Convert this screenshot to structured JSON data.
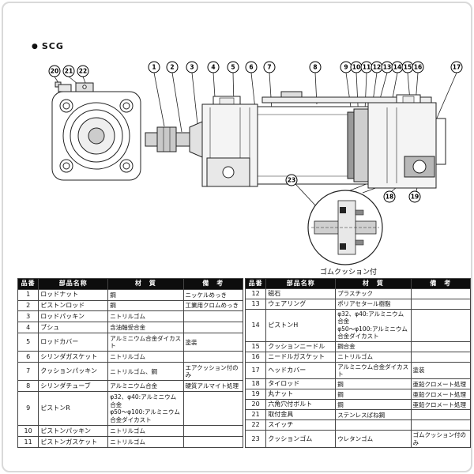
{
  "page": {
    "bullet": "●",
    "series_label": "SCG",
    "detail_caption": "ゴムクッション付"
  },
  "callouts": {
    "labels": [
      "20",
      "21",
      "22",
      "1",
      "2",
      "3",
      "4",
      "5",
      "6",
      "7",
      "8",
      "9",
      "10",
      "11",
      "12",
      "13",
      "14",
      "15",
      "16",
      "17",
      "23",
      "18",
      "19"
    ]
  },
  "parts_table": {
    "headers": {
      "no": "品番",
      "name": "部品名称",
      "material": "材　質",
      "note": "備　考"
    },
    "left_rows": [
      {
        "no": "1",
        "name": "ロッドナット",
        "material": "鋼",
        "note": "ニッケルめっき"
      },
      {
        "no": "2",
        "name": "ピストンロッド",
        "material": "鋼",
        "note": "工業用クロムめっき"
      },
      {
        "no": "3",
        "name": "ロッドパッキン",
        "material": "ニトリルゴム",
        "note": ""
      },
      {
        "no": "4",
        "name": "ブシュ",
        "material": "含油軸受合金",
        "note": ""
      },
      {
        "no": "5",
        "name": "ロッドカバー",
        "material": "アルミニウム合金ダイカスト",
        "note": "塗装"
      },
      {
        "no": "6",
        "name": "シリンダガスケット",
        "material": "ニトリルゴム",
        "note": ""
      },
      {
        "no": "7",
        "name": "クッションパッキン",
        "material": "ニトリルゴム、鋼",
        "note": "エアクッション付のみ"
      },
      {
        "no": "8",
        "name": "シリンダチューブ",
        "material": "アルミニウム合金",
        "note": "硬質アルマイト処理"
      },
      {
        "no": "9",
        "name": "ピストンR",
        "material": "φ32、φ40:アルミニウム合金\nφ50〜φ100:アルミニウム合金ダイカスト",
        "note": ""
      },
      {
        "no": "10",
        "name": "ピストンパッキン",
        "material": "ニトリルゴム",
        "note": ""
      },
      {
        "no": "11",
        "name": "ピストンガスケット",
        "material": "ニトリルゴム",
        "note": ""
      }
    ],
    "right_rows": [
      {
        "no": "12",
        "name": "磁石",
        "material": "プラスチック",
        "note": ""
      },
      {
        "no": "13",
        "name": "ウェアリング",
        "material": "ポリアセタール樹脂",
        "note": ""
      },
      {
        "no": "14",
        "name": "ピストンH",
        "material": "φ32、φ40:アルミニウム合金\nφ50〜φ100:アルミニウム合金ダイカスト",
        "note": ""
      },
      {
        "no": "15",
        "name": "クッションニードル",
        "material": "鋼合金",
        "note": ""
      },
      {
        "no": "16",
        "name": "ニードルガスケット",
        "material": "ニトリルゴム",
        "note": ""
      },
      {
        "no": "17",
        "name": "ヘッドカバー",
        "material": "アルミニウム合金ダイカスト",
        "note": "塗装"
      },
      {
        "no": "18",
        "name": "タイロッド",
        "material": "鋼",
        "note": "亜鉛クロメート処理"
      },
      {
        "no": "19",
        "name": "丸ナット",
        "material": "鋼",
        "note": "亜鉛クロメート処理"
      },
      {
        "no": "20",
        "name": "六角穴付ボルト",
        "material": "鋼",
        "note": "亜鉛クロメート処理"
      },
      {
        "no": "21",
        "name": "取付金具",
        "material": "ステンレスばね鋼",
        "note": ""
      },
      {
        "no": "22",
        "name": "スイッチ",
        "material": "",
        "note": ""
      },
      {
        "no": "23",
        "name": "クッションゴム",
        "material": "ウレタンゴム",
        "note": "ゴムクッション付のみ"
      }
    ]
  }
}
